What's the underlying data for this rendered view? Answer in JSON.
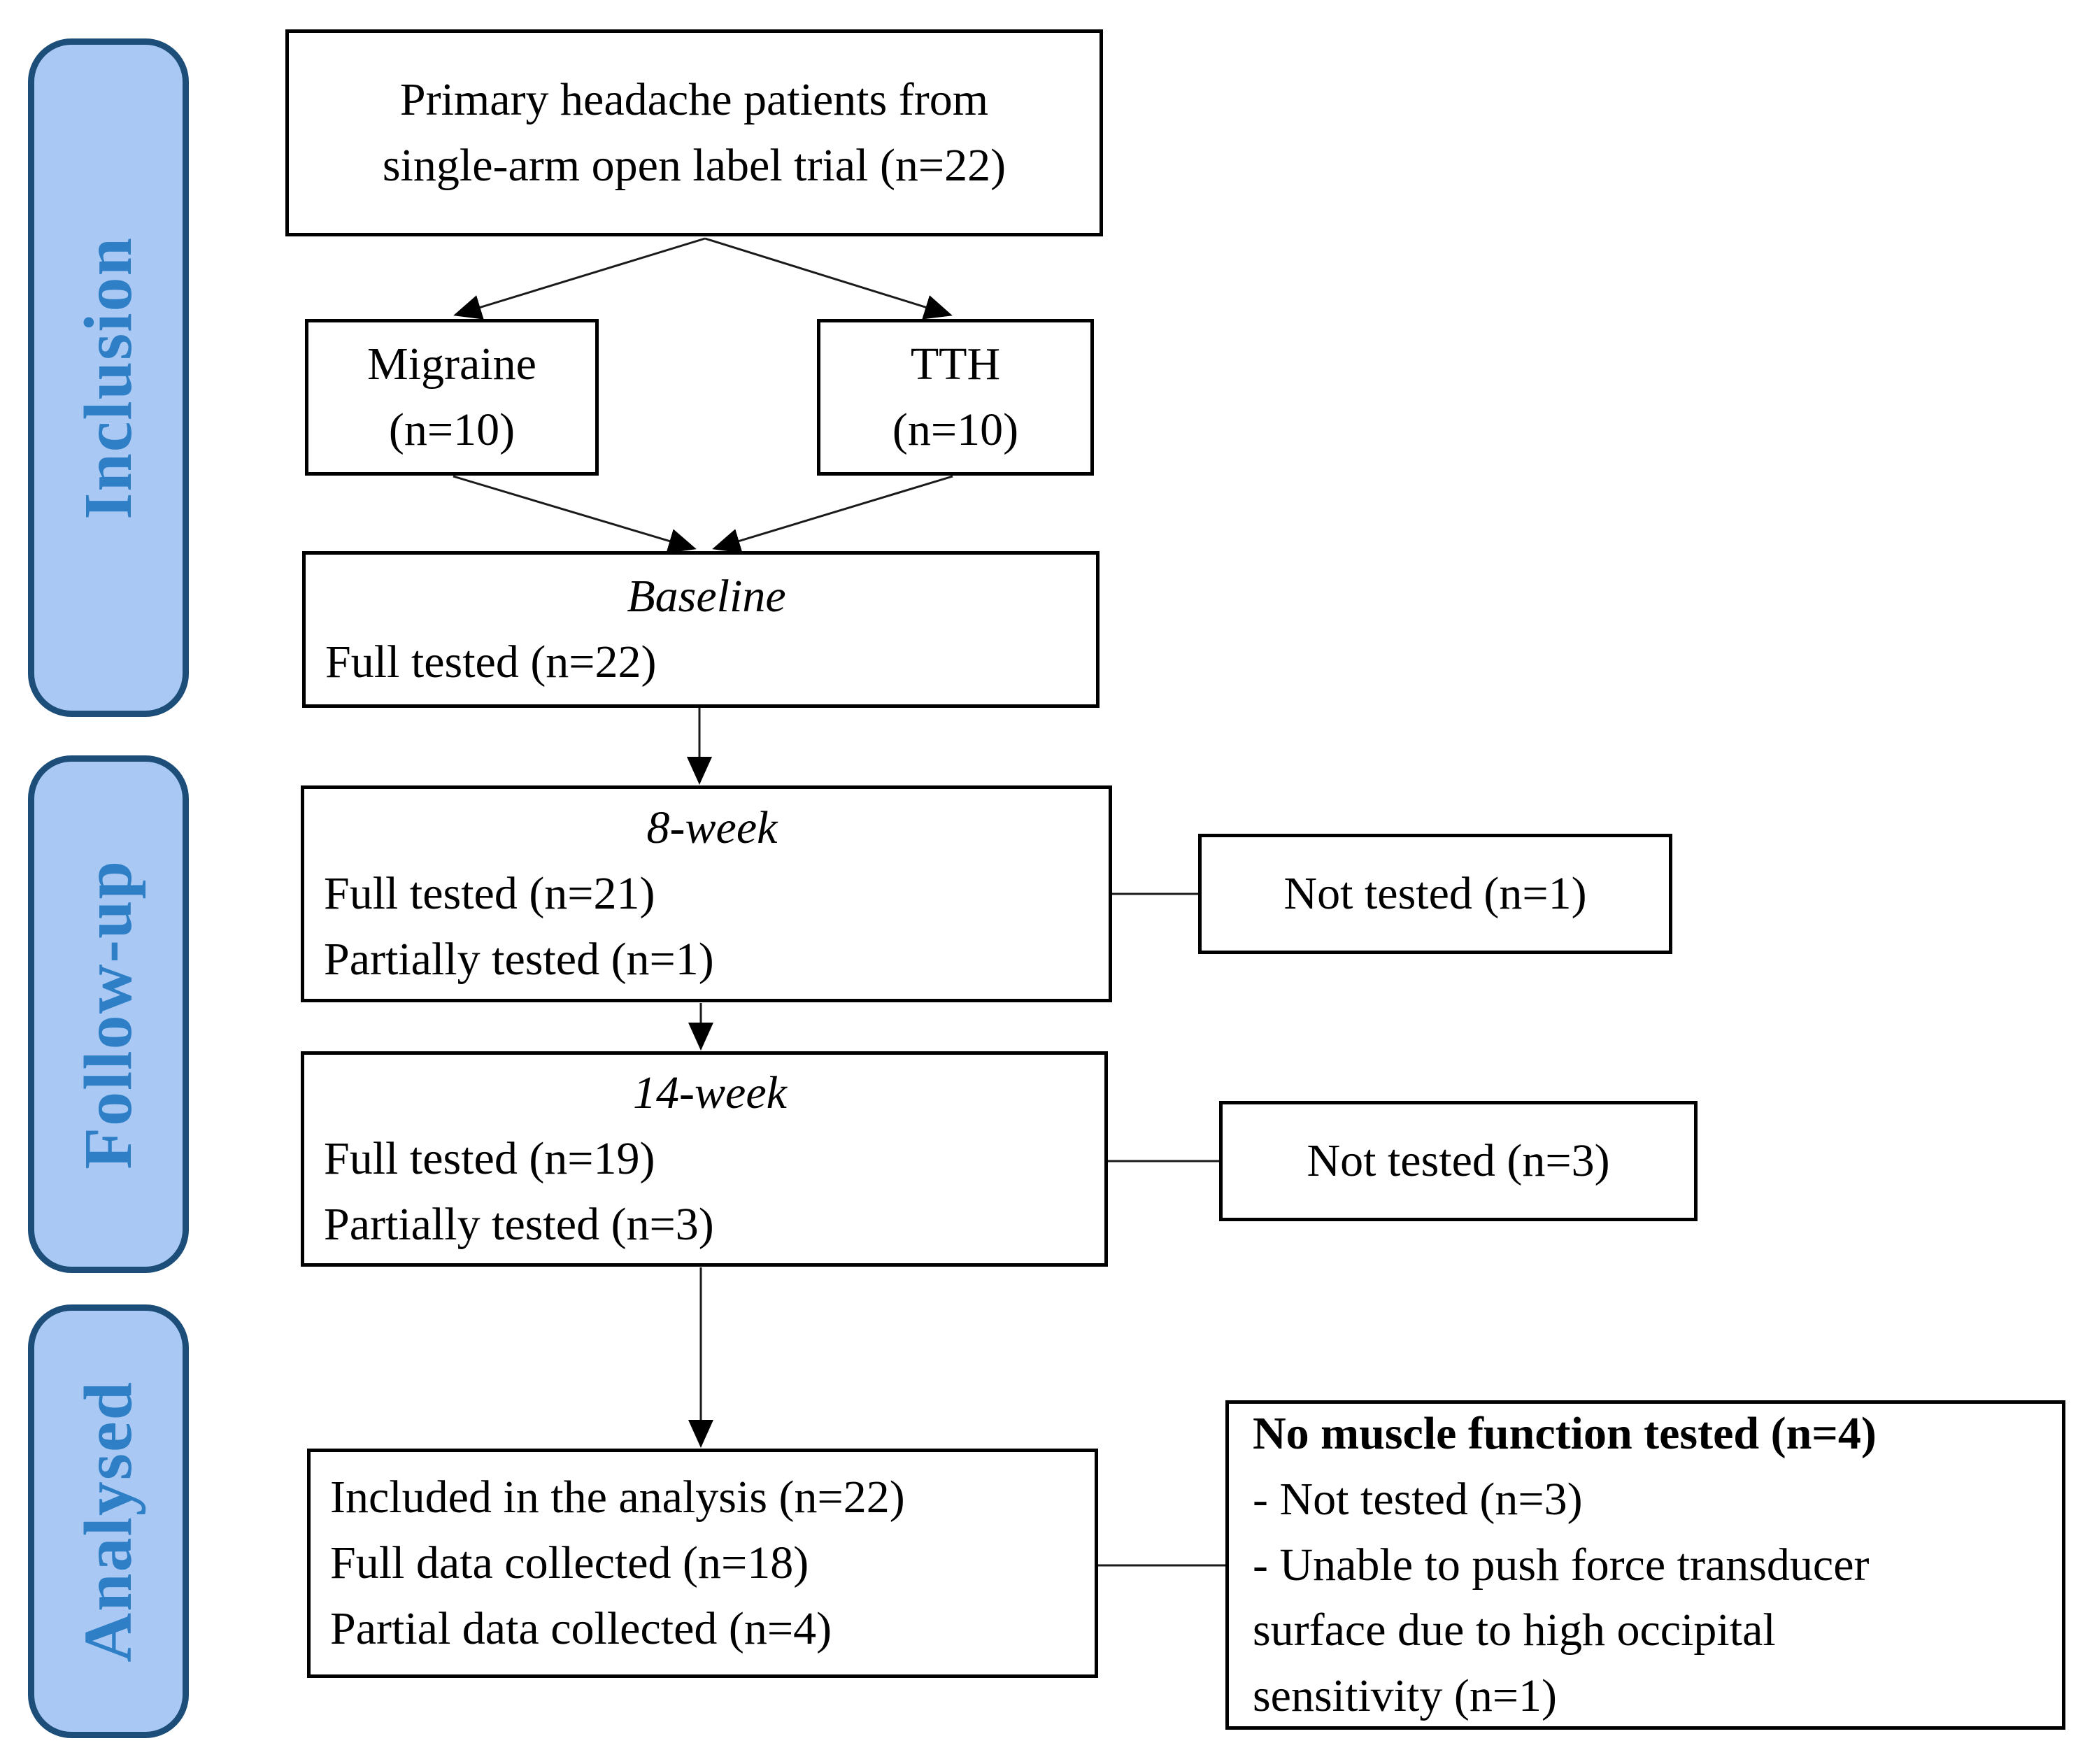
{
  "diagram": {
    "type": "study-flow-diagram",
    "colors": {
      "stage_fill": "#a9c9f4",
      "stage_border": "#1d4e79",
      "stage_text": "#2e7fc6",
      "box_border": "#000000",
      "box_fill": "#ffffff",
      "connector": "#1a1a1a"
    }
  },
  "sidebar": {
    "sections": [
      {
        "label": "Inclusion"
      },
      {
        "label": "Follow-up"
      },
      {
        "label": "Analysed"
      }
    ]
  },
  "boxes": {
    "source": {
      "lines": [
        "Primary headache patients from",
        "single-arm open label trial (n=22)"
      ]
    },
    "migraine": {
      "lines": [
        "Migraine",
        "(n=10)"
      ]
    },
    "tth": {
      "lines": [
        "TTH",
        "(n=10)"
      ]
    },
    "baseline": {
      "title": "Baseline",
      "lines": [
        "Full tested (n=22)"
      ]
    },
    "week8": {
      "title": "8-week",
      "lines": [
        "Full tested (n=21)",
        "Partially tested (n=1)"
      ]
    },
    "not_tested_week8": {
      "label": "Not tested (n=1)"
    },
    "week14": {
      "title": "14-week",
      "lines": [
        "Full tested (n=19)",
        "Partially tested (n=3)"
      ]
    },
    "not_tested_week14": {
      "label": "Not tested (n=3)"
    },
    "analysis": {
      "lines": [
        "Included in the analysis (n=22)",
        "Full data collected (n=18)",
        "Partial data collected (n=4)"
      ]
    },
    "no_muscle": {
      "title": "No muscle function tested (n=4)",
      "lines": [
        "- Not tested (n=3)",
        "- Unable to push force transducer",
        "surface due to high occipital",
        "sensitivity (n=1)"
      ]
    }
  }
}
